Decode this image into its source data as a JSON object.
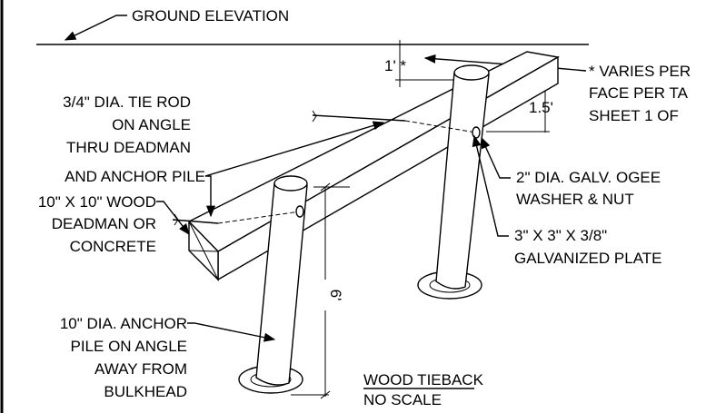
{
  "labels": {
    "ground_elevation": "GROUND ELEVATION",
    "dim_1ft": "1' *",
    "varies_line1": "* VARIES PER",
    "varies_line2": "FACE PER TA",
    "varies_line3": "SHEET 1 OF",
    "dim_1_5": "1.5'",
    "tie_rod_line1": "3/4\" DIA. TIE ROD",
    "tie_rod_line2": "ON ANGLE",
    "tie_rod_line3": "THRU DEADMAN",
    "tie_rod_line4": "AND ANCHOR PILE",
    "ogee_line1": "2\" DIA. GALV. OGEE",
    "ogee_line2": "WASHER & NUT",
    "deadman_line1": "10\" X 10\" WOOD",
    "deadman_line2": "DEADMAN OR",
    "deadman_line3": "CONCRETE",
    "plate_line1": "3\" X 3\" X 3/8\"",
    "plate_line2": "GALVANIZED PLATE",
    "dim_6ft": "6'",
    "pile_line1": "10\" DIA. ANCHOR",
    "pile_line2": "PILE ON ANGLE",
    "pile_line3": "AWAY FROM",
    "pile_line4": "BULKHEAD",
    "title": "WOOD TIEBACK",
    "scale": "NO SCALE"
  }
}
